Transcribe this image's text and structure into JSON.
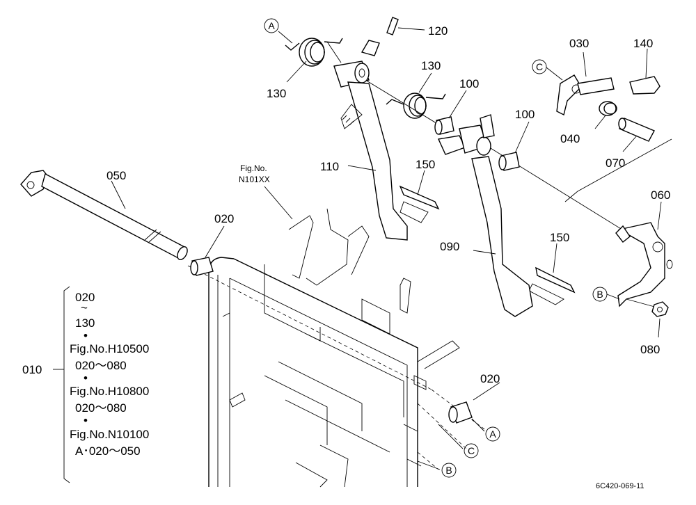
{
  "part_labels": {
    "p120": "120",
    "p130a": "130",
    "p130b": "130",
    "p100a": "100",
    "p100b": "100",
    "p030": "030",
    "p140": "140",
    "p040": "040",
    "p070": "070",
    "p050": "050",
    "p110": "110",
    "p150a": "150",
    "p150b": "150",
    "p060": "060",
    "p020a": "020",
    "p020b": "020",
    "p090": "090",
    "p080": "080"
  },
  "callouts": {
    "A": "A",
    "B": "B",
    "C": "C"
  },
  "figure_ref": {
    "line1": "Fig.No.",
    "line2": "N101XX"
  },
  "legend": {
    "parent": "010",
    "lines": [
      "020",
      "~",
      "130",
      "•",
      "Fig.No.H10500",
      "020～080",
      "•",
      "Fig.No.H10800",
      "020～080",
      "•",
      "Fig.No.N10100",
      "A･020～050"
    ]
  },
  "drawing_code": "6C420-069-11"
}
